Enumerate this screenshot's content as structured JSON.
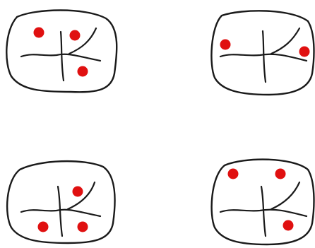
{
  "diagram": {
    "panels": [
      {
        "id": "top-left"
      },
      {
        "id": "top-right"
      },
      {
        "id": "bottom-left"
      },
      {
        "id": "bottom-right"
      }
    ],
    "colors": {
      "outline": "#1a1a1a",
      "contact_point": "#e01010",
      "background": "#ffffff"
    }
  }
}
